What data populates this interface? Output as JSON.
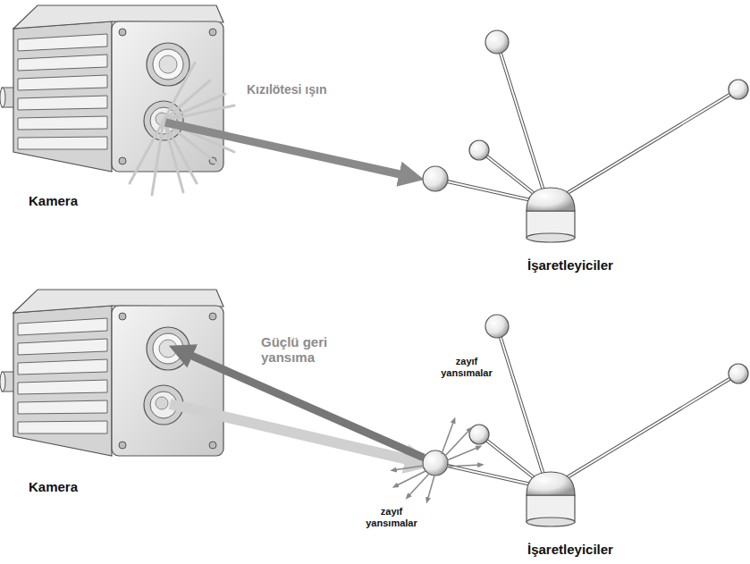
{
  "diagram": {
    "labels": [
      "Kızılötesi ışın",
      "Kamera",
      "İşaretleyiciler",
      "Güçlü geri yansıma",
      "zayıf yansımalar",
      "Kamera",
      "zayıf yansımalar",
      "İşaretleyiciler"
    ]
  }
}
